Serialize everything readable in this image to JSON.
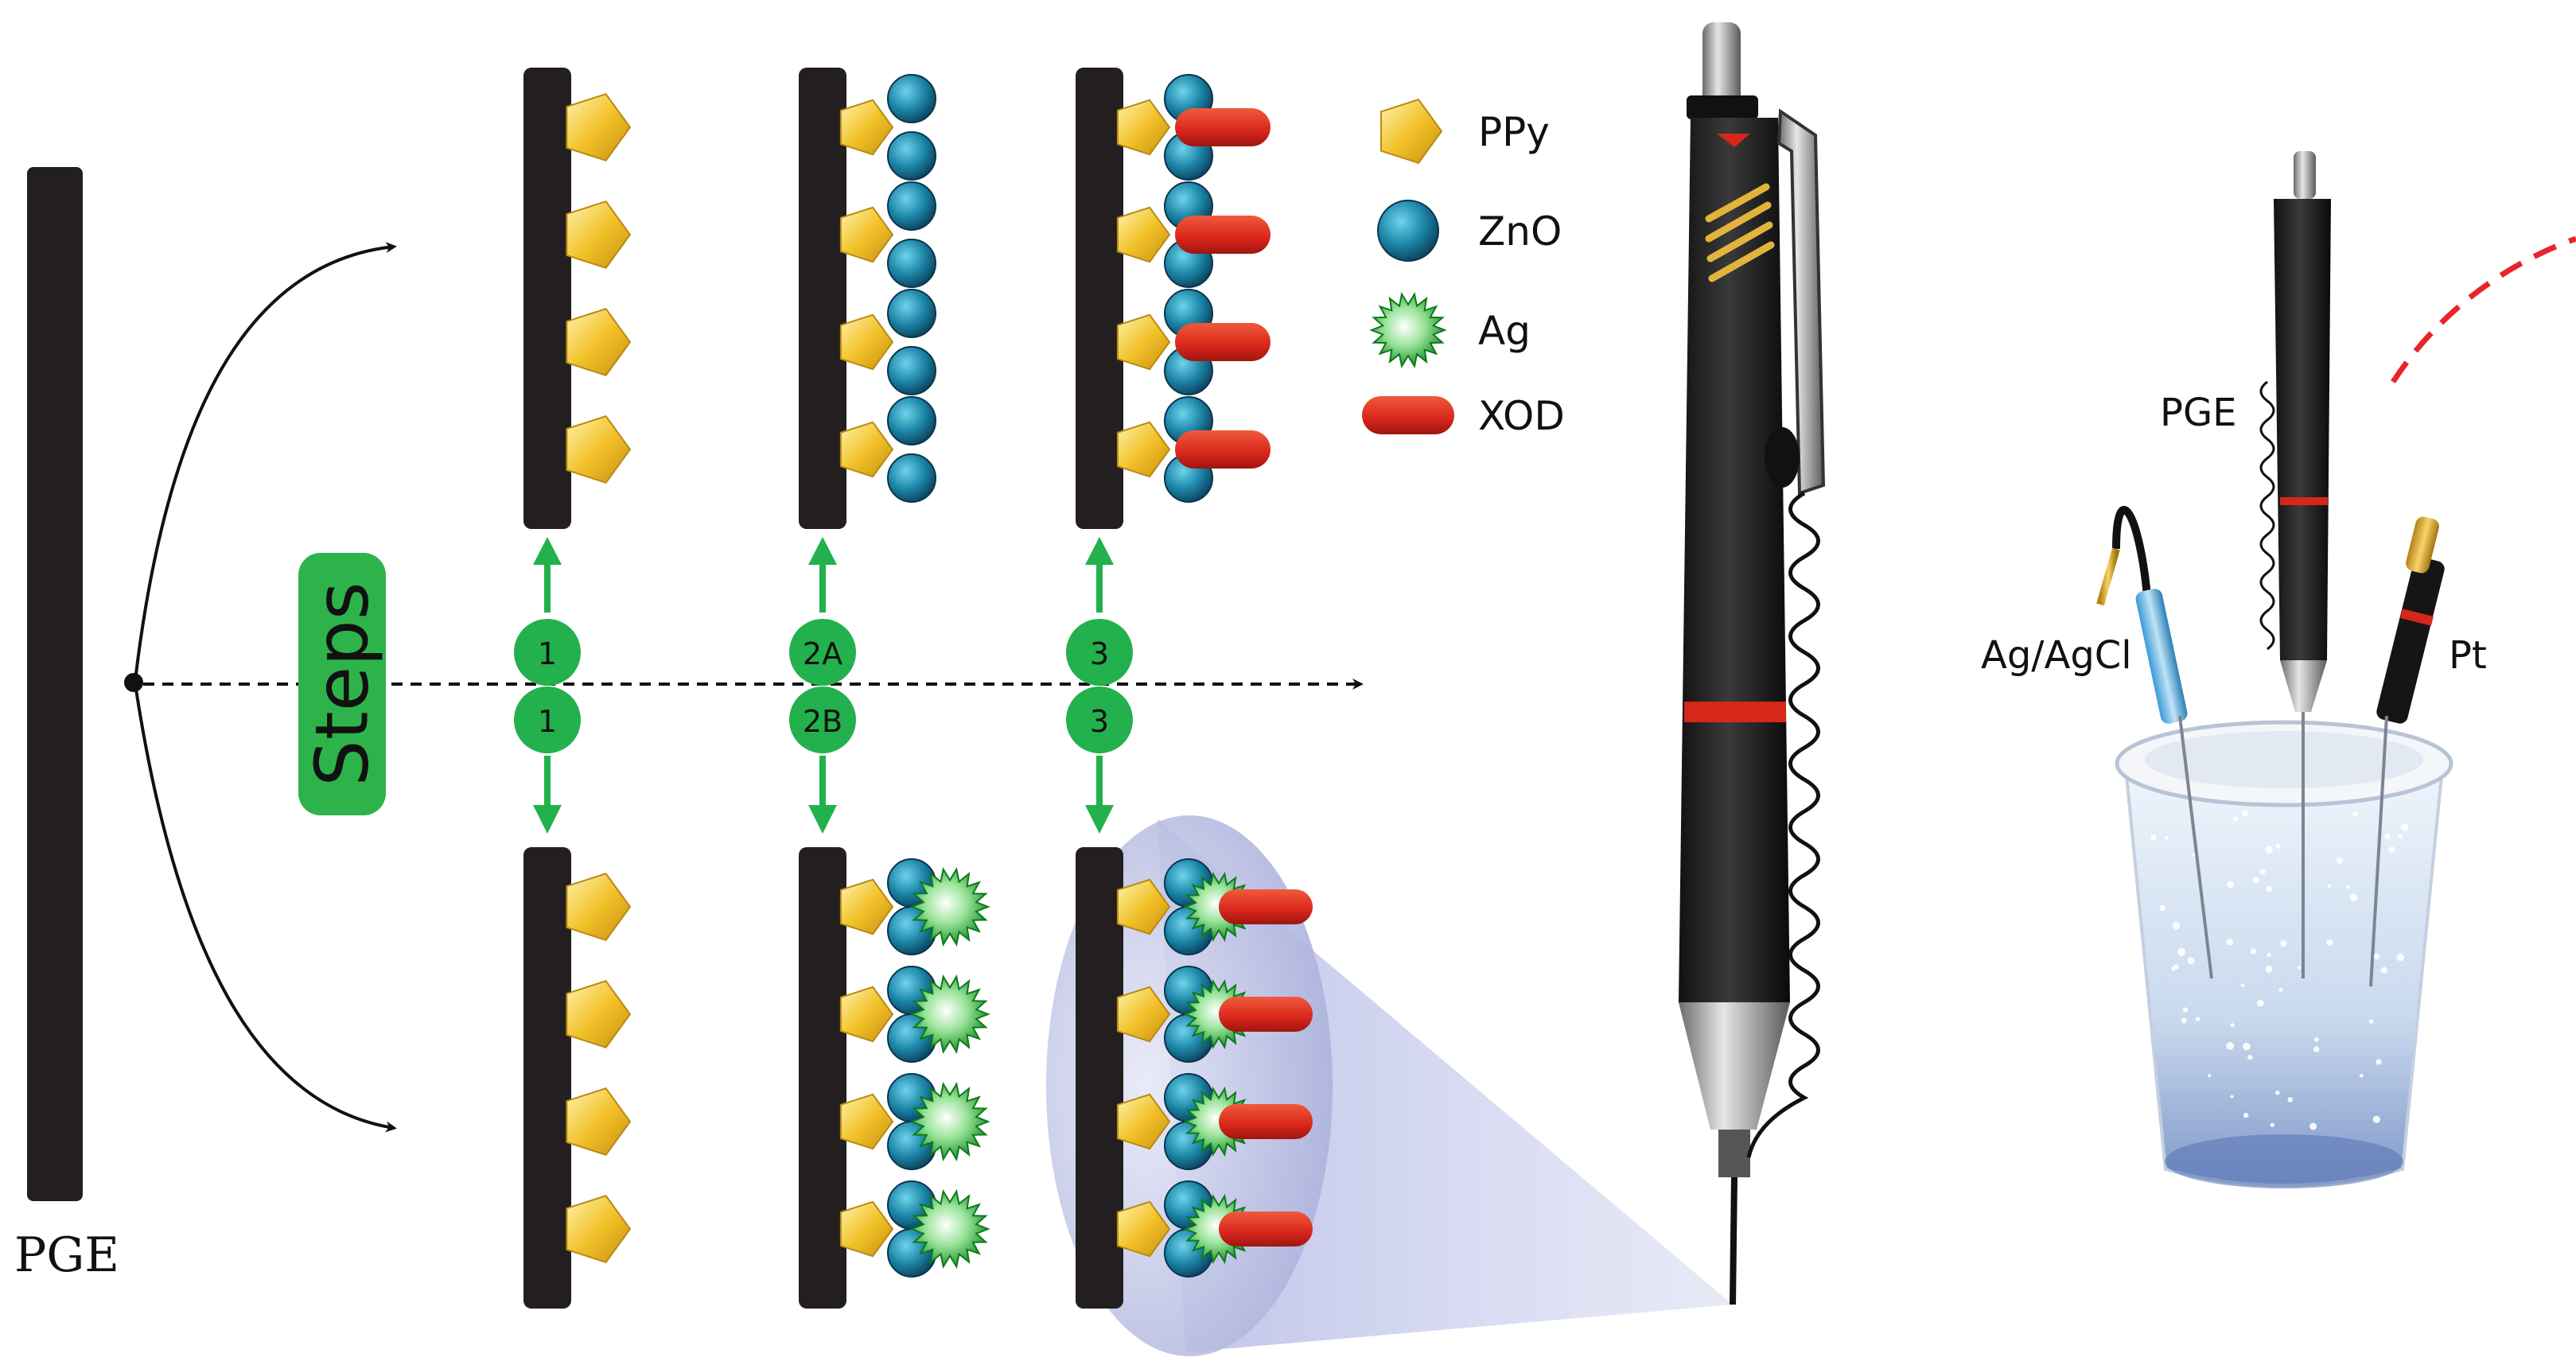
{
  "diagram": {
    "base_electrode_label": "PGE",
    "steps_label": "Steps",
    "step_markers_top": [
      "1",
      "2A",
      "3"
    ],
    "step_markers_bottom": [
      "1",
      "2B",
      "3"
    ],
    "legend": [
      {
        "label": "PPy",
        "shape": "pentagon",
        "color": "#f0c020"
      },
      {
        "label": "ZnO",
        "shape": "sphere",
        "color": "#1a7fa0"
      },
      {
        "label": "Ag",
        "shape": "starburst",
        "color": "#2fb52f"
      },
      {
        "label": "XOD",
        "shape": "capsule",
        "color": "#d8261b"
      }
    ],
    "cell_labels": {
      "working": "PGE",
      "reference": "Ag/AgCl",
      "counter": "Pt"
    },
    "colors": {
      "rod": "#231f20",
      "arrow_green": "#22b14c",
      "steps_badge": "#2db34a",
      "dashed_red": "#e8242b"
    }
  }
}
